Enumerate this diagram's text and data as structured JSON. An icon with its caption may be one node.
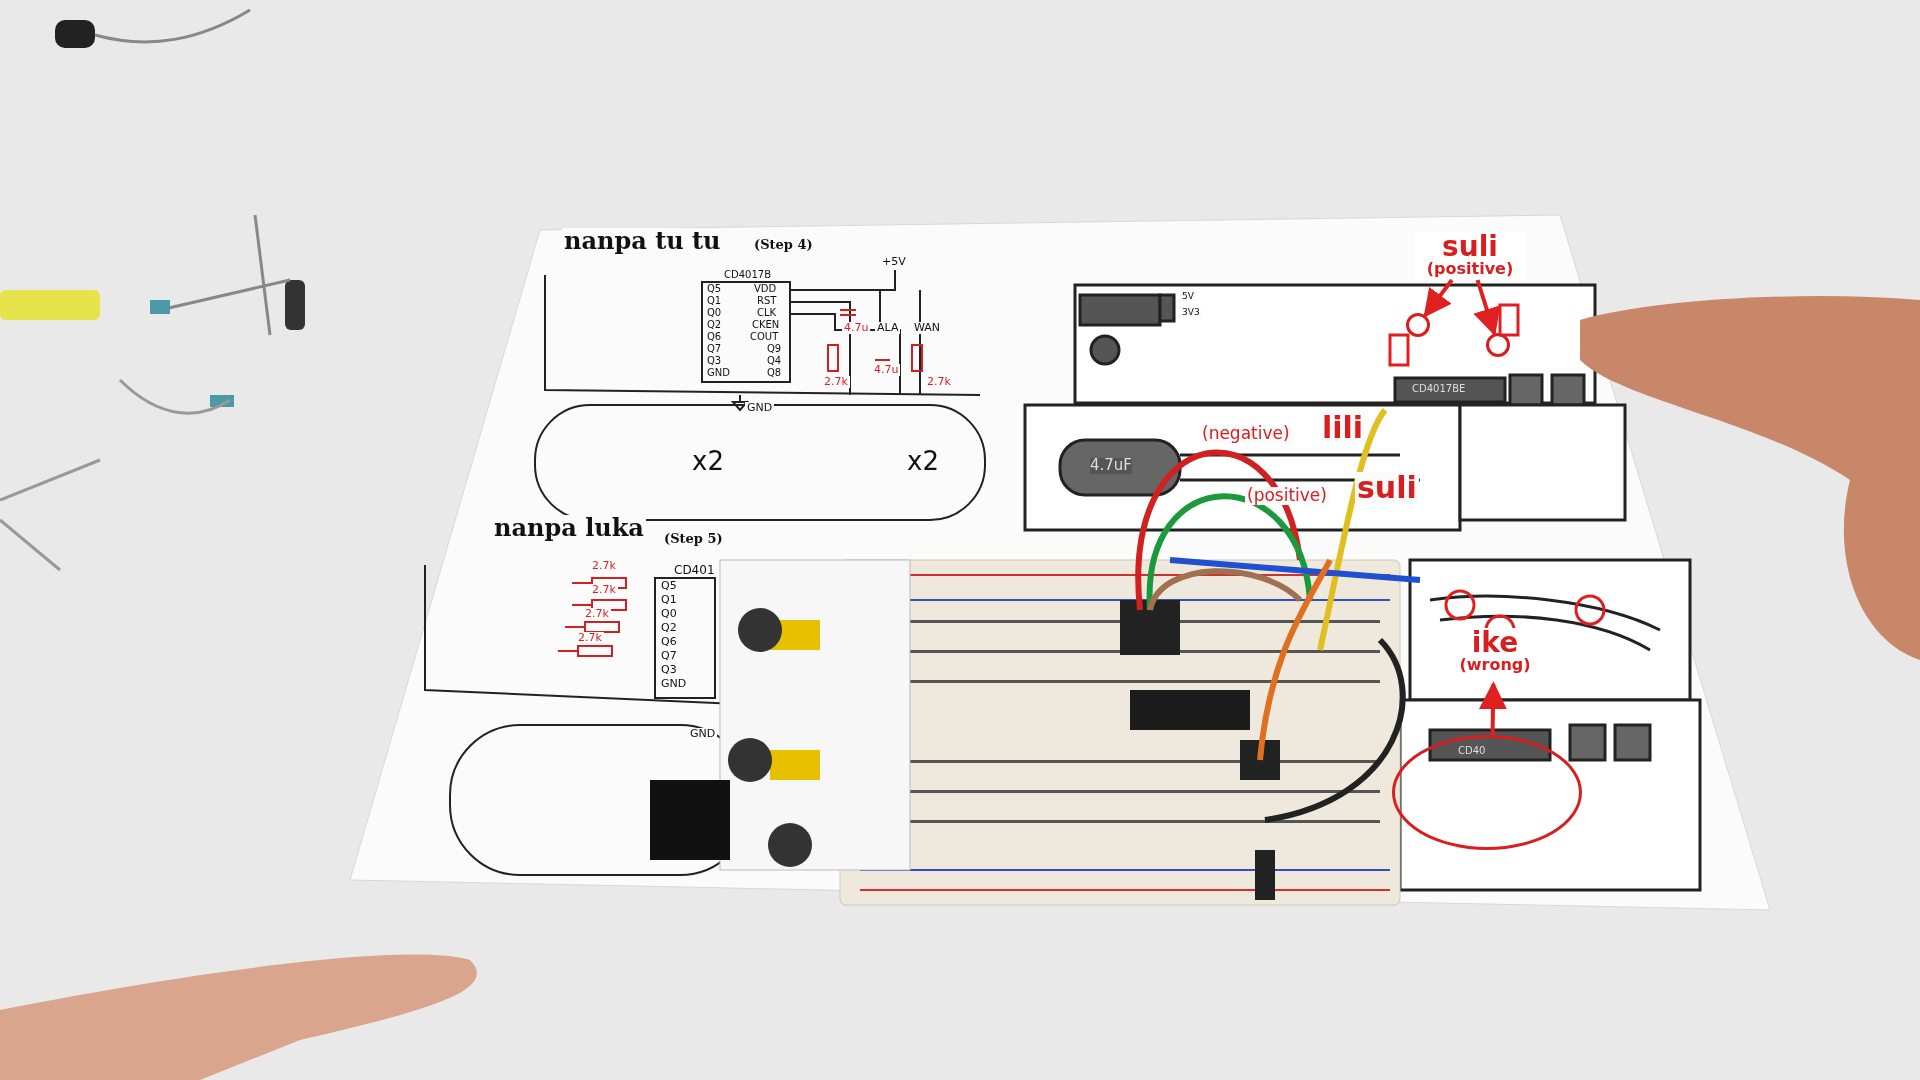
{
  "diagram": {
    "nodes": [
      {
        "text": [
          "suli",
          "(positive)"
        ]
      },
      {
        "text": [],
        "shape": "circle"
      },
      {
        "text": [],
        "shape": "circle"
      },
      {
        "text": [
          "ike",
          "(wrong)"
        ]
      },
      {
        "text": [],
        "shape": "circle"
      }
    ],
    "edges": [
      {
        "from": 0,
        "to": 1,
        "arrow": "to",
        "color": "#e02020"
      },
      {
        "from": 0,
        "to": 2,
        "arrow": "to",
        "color": "#e02020"
      },
      {
        "from": 4,
        "to": 3,
        "arrow": "to",
        "color": "#e02020"
      }
    ],
    "labels": [
      "nanpa tu tu",
      "(Step 4)",
      "CD4017B",
      "Q5",
      "Q1",
      "Q0",
      "Q2",
      "Q6",
      "Q7",
      "Q3",
      "GND",
      "VDD",
      "RST",
      "CLK",
      "CKEN",
      "COUT",
      "Q9",
      "Q4",
      "Q8",
      "+5V",
      "4.7u",
      "ALA",
      "WAN",
      "4.7u",
      "2.7k",
      "2.7k",
      "GND",
      "x2",
      "x2",
      "nanpa luka",
      "(Step 5)",
      "2.7k",
      "2.7k",
      "2.7k",
      "2.7k",
      "CD401",
      "Q5",
      "Q1",
      "Q0",
      "Q2",
      "Q6",
      "Q7",
      "Q3",
      "GND",
      "GND",
      "3V3",
      "5V",
      "4.7uF",
      "(negative)",
      "lili",
      "(positive)",
      "suli",
      "CD4017BE",
      "CD40"
    ]
  }
}
